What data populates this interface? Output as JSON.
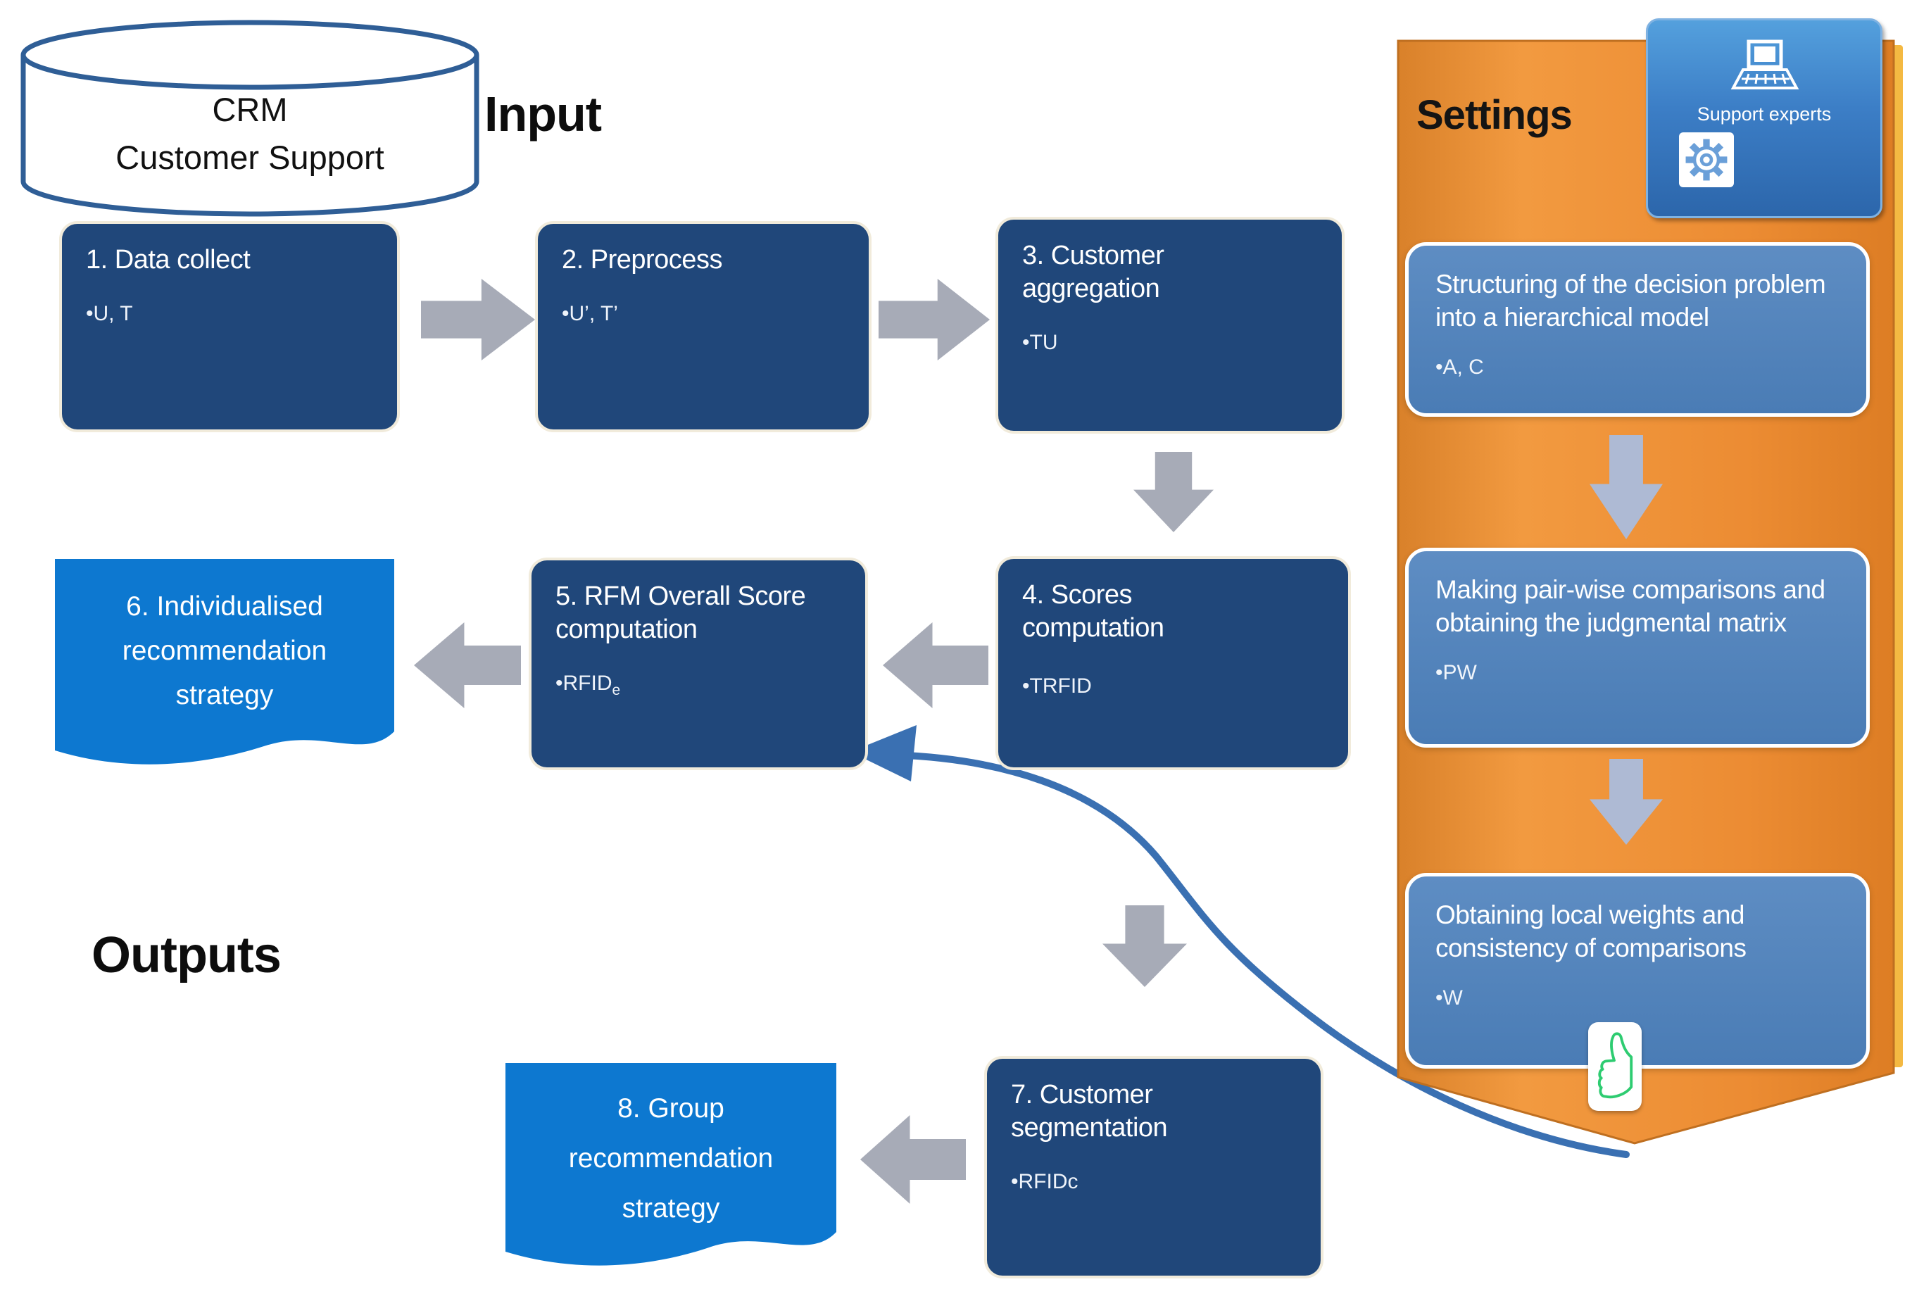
{
  "page": {
    "input_label": "Input",
    "outputs_label": "Outputs"
  },
  "datastore": {
    "line1": "CRM",
    "line2": "Customer Support"
  },
  "flow": {
    "b1": {
      "title": "1. Data collect",
      "bullet": "•U, T"
    },
    "b2": {
      "title": "2. Preprocess",
      "bullet": "•U’, T’"
    },
    "b3": {
      "title": "3. Customer aggregation",
      "bullet": "•TU"
    },
    "b4": {
      "title": "4. Scores computation",
      "bullet": "•TRFID"
    },
    "b5": {
      "title": "5. RFM Overall Score computation",
      "bullet": "•RFID",
      "bullet_sub": "e"
    },
    "b7": {
      "title": "7. Customer segmentation",
      "bullet": "•RFIDc"
    }
  },
  "outputs": {
    "b6": {
      "line1": "6. Individualised",
      "line2": "recommendation",
      "line3": "strategy"
    },
    "b8": {
      "line1": "8. Group",
      "line2": "recommendation",
      "line3": "strategy"
    }
  },
  "settings": {
    "title": "Settings",
    "support_box": {
      "label": "Support experts"
    },
    "steps": [
      {
        "text": "Structuring of the decision problem into a hierarchical model",
        "bullet": "•A, C"
      },
      {
        "text": "Making pair-wise comparisons and obtaining the judgmental matrix",
        "bullet": "•PW"
      },
      {
        "text": "Obtaining local weights and consistency of comparisons",
        "bullet": "•W"
      }
    ]
  },
  "icons": {
    "datastore": "database-cylinder-icon",
    "support_laptop": "laptop-icon",
    "support_gear": "gear-icon",
    "approval": "thumbs-up-icon"
  },
  "colors": {
    "process_box_navy": "#20477a",
    "output_box_blue": "#0d78d0",
    "settings_panel_orange": "#ec8c33",
    "settings_step_blue": "#4d7fba",
    "settings_edge_gold": "#f4b942",
    "arrow_gray": "#a7abb7",
    "feedback_arrow_blue": "#3a70b2",
    "support_box_blue": "#3c7ec6",
    "thumb_green": "#2ecc71"
  }
}
